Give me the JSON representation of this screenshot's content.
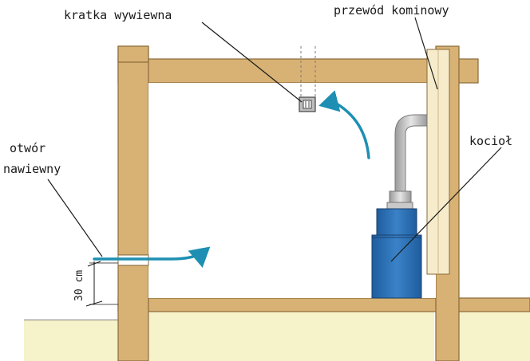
{
  "labels": {
    "exhaust_grille": "kratka wywiewna",
    "chimney_duct": "przewód kominowy",
    "boiler": "kocioł",
    "inlet_line1": "otwór",
    "inlet_line2": "nawiewny",
    "dimension": "30 cm"
  },
  "colors": {
    "wall": "#d8b274",
    "wall_stroke": "#8a6a3a",
    "floor": "#f6f2c9",
    "air_flow": "#1e8fb3",
    "boiler_body": "#2c6fb5",
    "flue_pipe": "#c9c9c9"
  },
  "icons": {
    "air_flow": "curved-arrow",
    "grille": "vent-grille"
  }
}
